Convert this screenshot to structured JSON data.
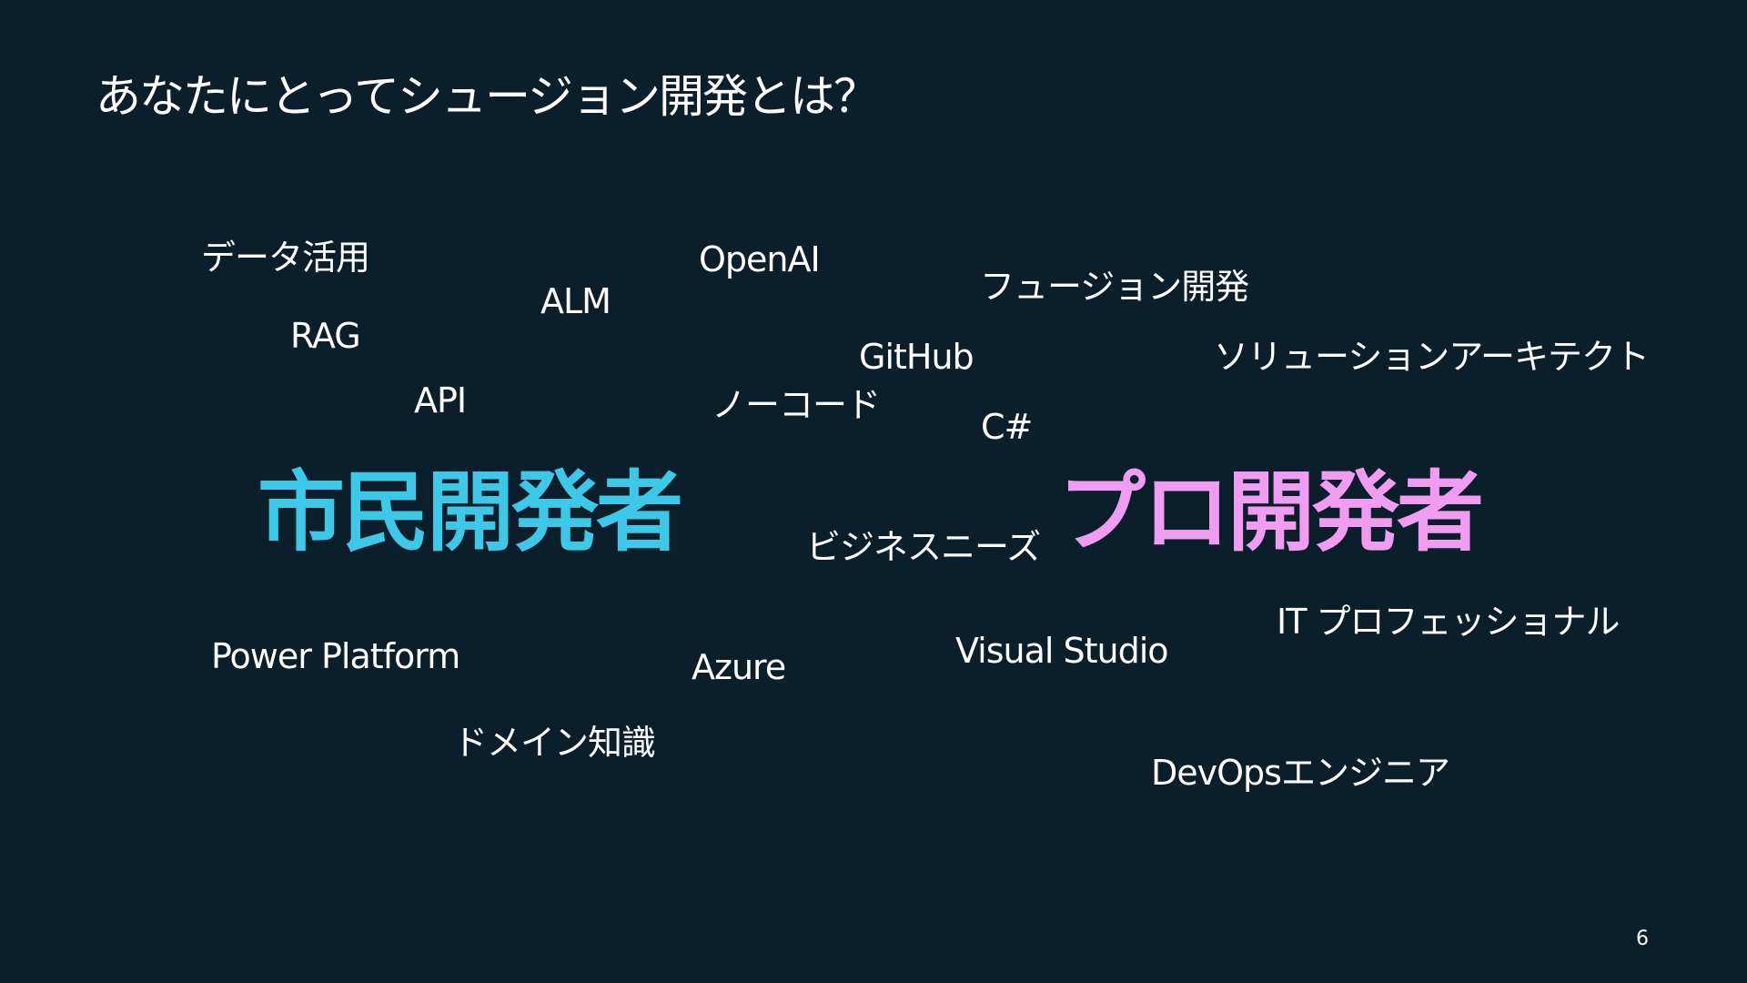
{
  "slide": {
    "title": "あなたにとってシュージョン開発とは？",
    "page_number": "6",
    "colors": {
      "background": "#0b1e2c",
      "text": "#ffffff",
      "citizen": "#3ec8e8",
      "pro": "#f09cf0"
    },
    "words": {
      "data_utilization": "データ活用",
      "openai": "OpenAI",
      "fusion_dev": "フュージョン開発",
      "alm": "ALM",
      "rag": "RAG",
      "github": "GitHub",
      "solution_architect": "ソリューションアーキテクト",
      "api": "API",
      "no_code": "ノーコード",
      "csharp": "C#",
      "citizen_dev": "市民開発者",
      "business_needs": "ビジネスニーズ",
      "pro_dev": "プロ開発者",
      "it_professional": "IT プロフェッショナル",
      "power_platform": "Power Platform",
      "azure": "Azure",
      "visual_studio": "Visual Studio",
      "domain_knowledge": "ドメイン知識",
      "devops_engineer": "DevOpsエンジニア"
    }
  }
}
